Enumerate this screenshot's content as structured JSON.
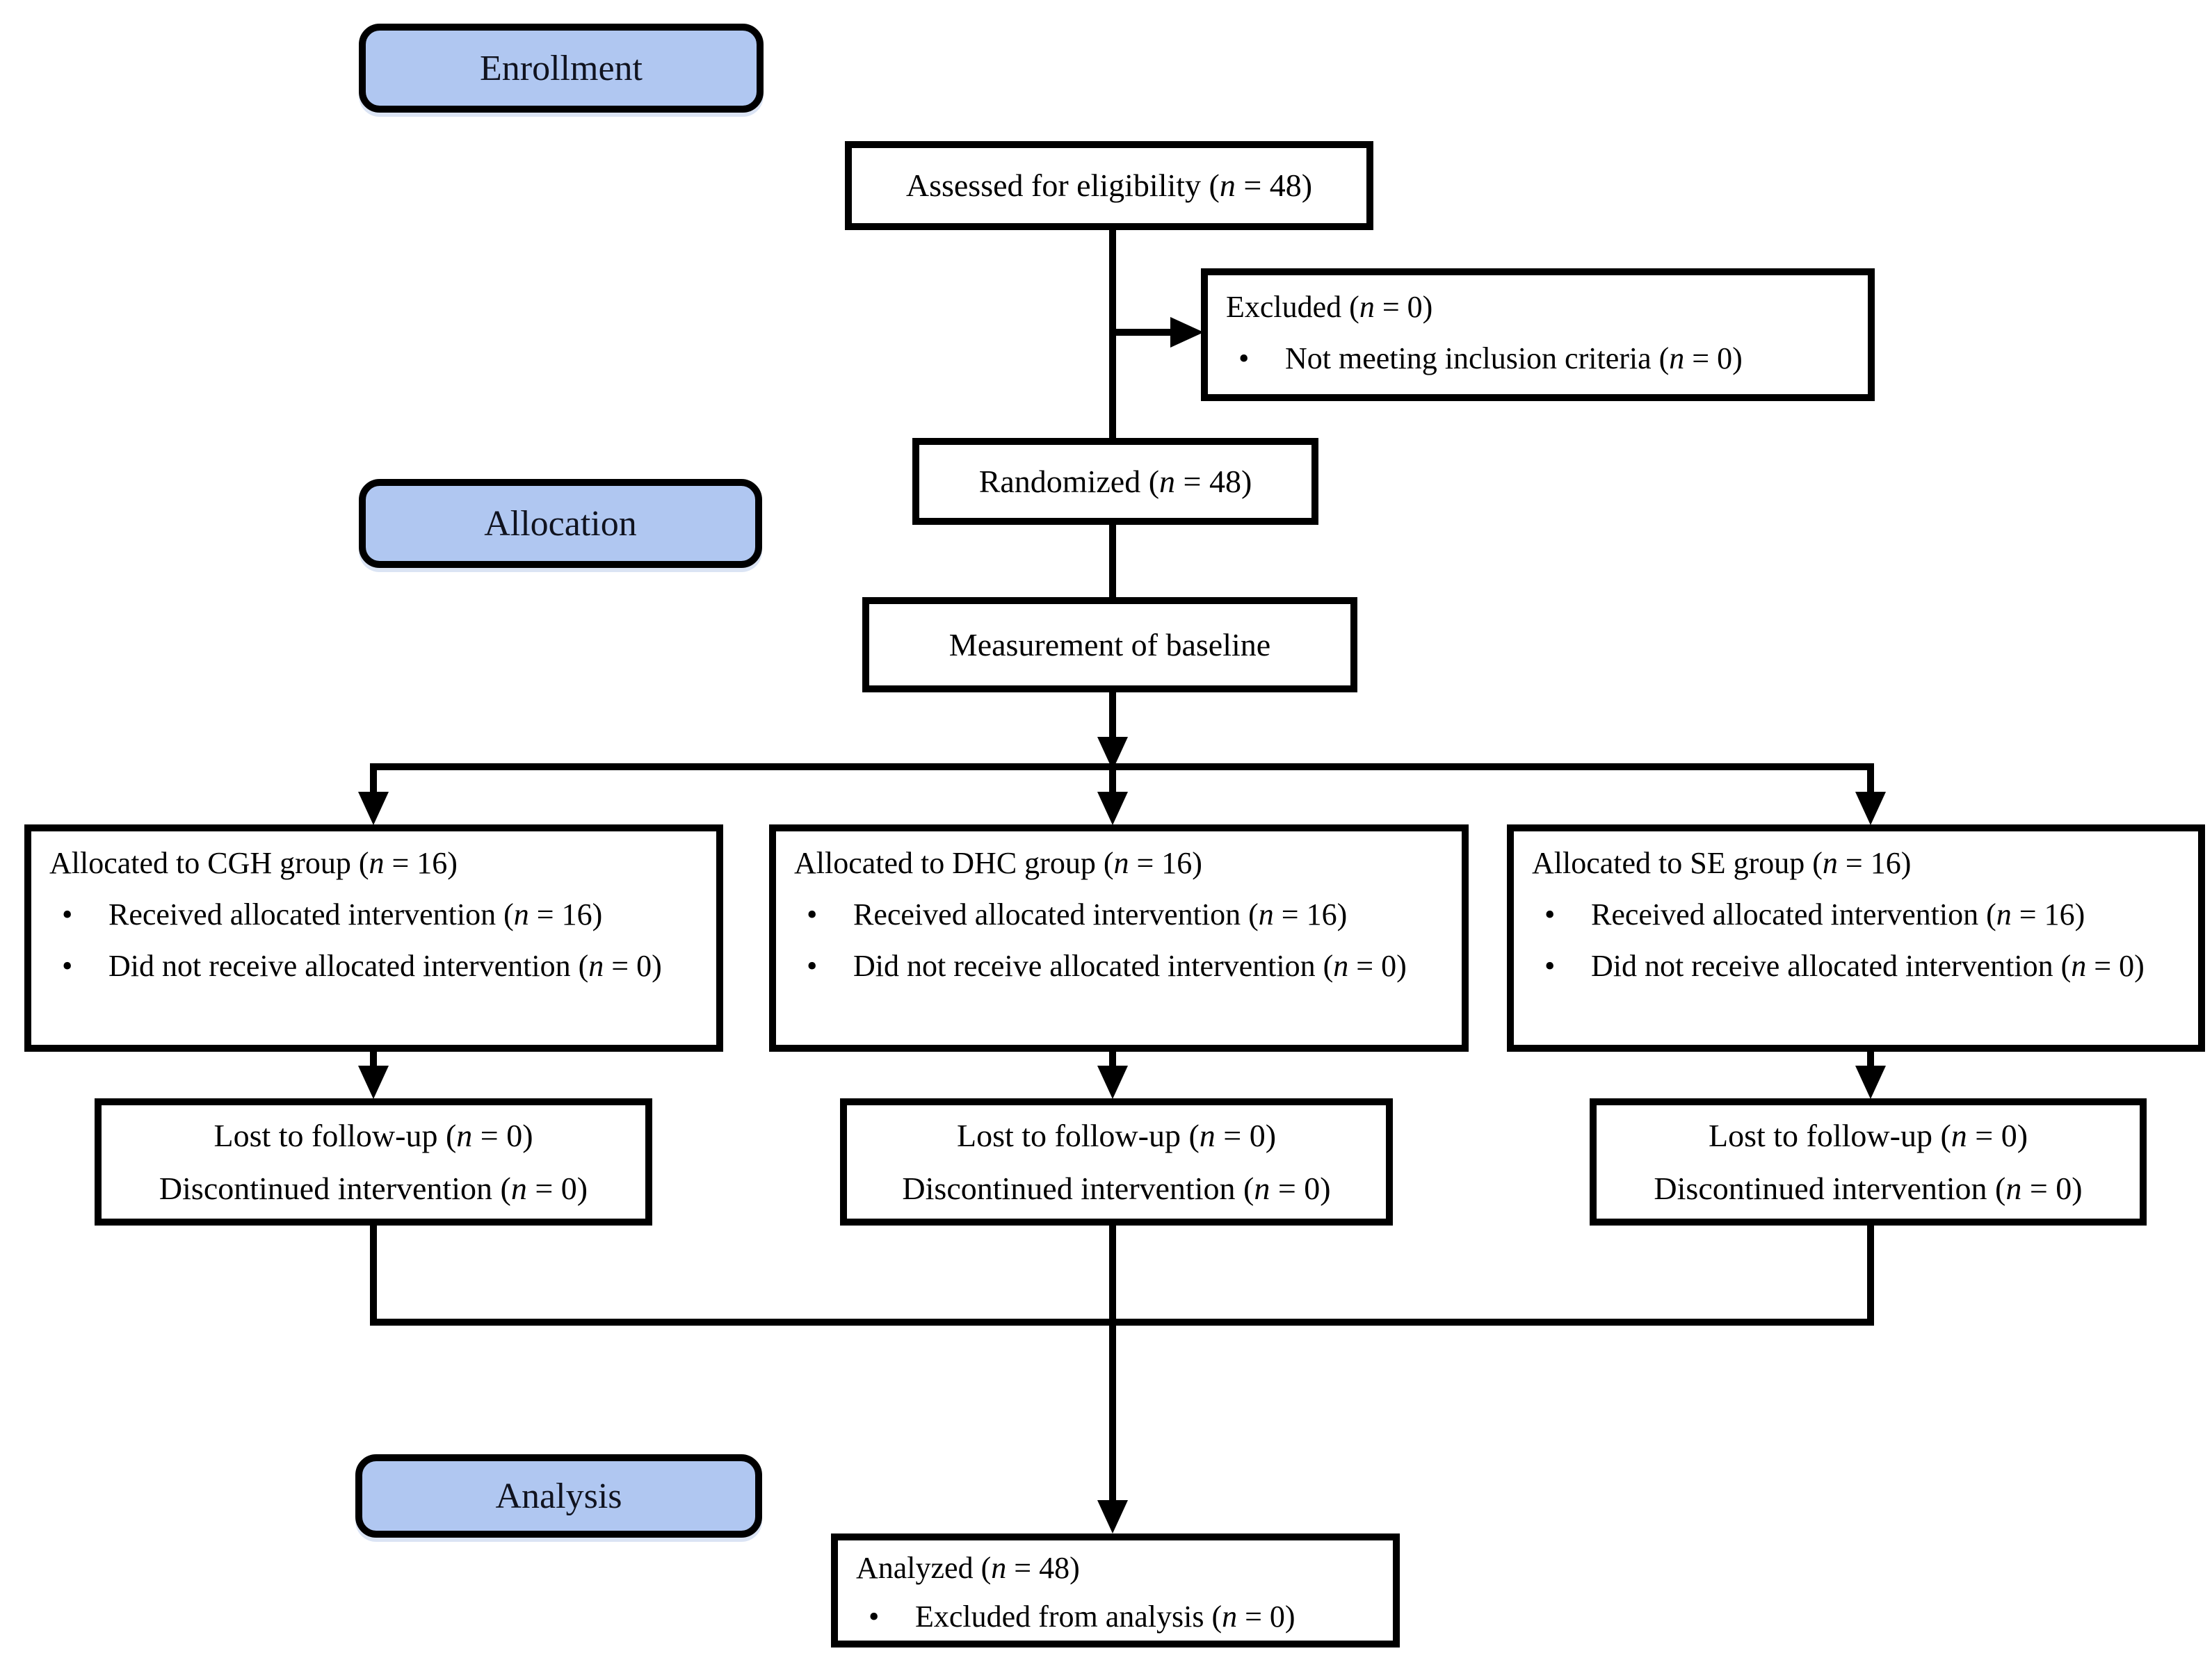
{
  "colors": {
    "stage_fill": "#b0c7f1",
    "outline": "#000000",
    "text": "#000000",
    "background": "#ffffff"
  },
  "stages": {
    "enrollment": "Enrollment",
    "allocation": "Allocation",
    "analysis": "Analysis"
  },
  "boxes": {
    "assessed": {
      "text": "Assessed for eligibility (n = 48)"
    },
    "excluded": {
      "title": "Excluded (n = 0)",
      "bullets": [
        "Not meeting inclusion criteria (n = 0)"
      ]
    },
    "randomized": {
      "text": "Randomized (n = 48)"
    },
    "baseline": {
      "text": "Measurement of baseline"
    },
    "alloc_cgh": {
      "title": "Allocated to CGH group (n = 16)",
      "bullets": [
        "Received allocated intervention (n = 16)",
        "Did not receive allocated intervention (n = 0)"
      ]
    },
    "alloc_dhc": {
      "title": "Allocated to DHC group (n = 16)",
      "bullets": [
        "Received allocated intervention (n = 16)",
        "Did not receive allocated intervention (n = 0)"
      ]
    },
    "alloc_se": {
      "title": "Allocated to SE group (n = 16)",
      "bullets": [
        "Received allocated intervention (n = 16)",
        "Did not receive allocated intervention (n = 0)"
      ]
    },
    "lost_cgh": {
      "lines": [
        "Lost to follow-up (n = 0)",
        "Discontinued intervention (n = 0)"
      ]
    },
    "lost_dhc": {
      "lines": [
        "Lost to follow-up (n = 0)",
        "Discontinued intervention (n = 0)"
      ]
    },
    "lost_se": {
      "lines": [
        "Lost to follow-up (n = 0)",
        "Discontinued intervention (n = 0)"
      ]
    },
    "analyzed": {
      "title": "Analyzed (n = 48)",
      "bullets": [
        "Excluded from analysis (n = 0)"
      ]
    }
  }
}
